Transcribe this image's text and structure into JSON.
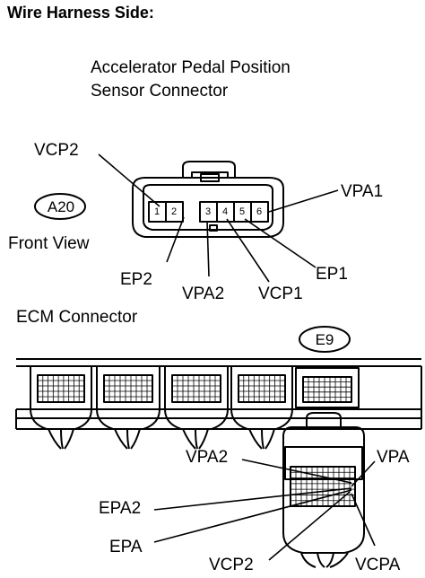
{
  "header": {
    "title": "Wire Harness Side:"
  },
  "apps_connector": {
    "title_line1": "Accelerator Pedal Position",
    "title_line2": "Sensor Connector",
    "code": "A20",
    "view": "Front View",
    "pins": [
      "1",
      "2",
      "3",
      "4",
      "5",
      "6"
    ],
    "labels": {
      "vcp2": "VCP2",
      "vpa1": "VPA1",
      "ep2": "EP2",
      "vpa2": "VPA2",
      "vcp1": "VCP1",
      "ep1": "EP1"
    }
  },
  "ecm_connector": {
    "title": "ECM Connector",
    "code": "E9",
    "labels": {
      "vpa2": "VPA2",
      "vpa": "VPA",
      "epa2": "EPA2",
      "epa": "EPA",
      "vcp2": "VCP2",
      "vcpa": "VCPA"
    }
  }
}
